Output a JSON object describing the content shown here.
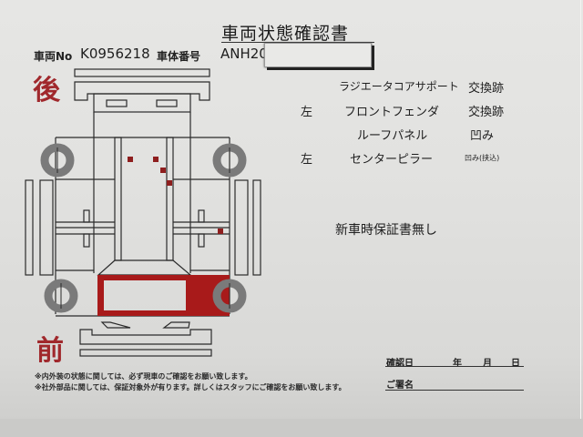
{
  "document": {
    "title": "車両状態確認書",
    "vehicle_no_label": "車両No",
    "vehicle_no_value": "K0956218",
    "chassis_no_label": "車体番号",
    "chassis_no_value": "ANH20"
  },
  "diagram": {
    "rear_label": "後",
    "front_label": "前",
    "colors": {
      "line": "#2b2b2b",
      "damage_fill": "#a81a1a",
      "tire": "#7a7a7a",
      "label_red": "#a0282c"
    }
  },
  "damage_items": [
    {
      "side": "",
      "part": "ラジエータコアサポート",
      "status": "交換跡"
    },
    {
      "side": "左",
      "part": "フロントフェンダ",
      "status": "交換跡"
    },
    {
      "side": "",
      "part": "ルーフパネル",
      "status": "凹み"
    },
    {
      "side": "左",
      "part": "センターピラー",
      "status": "凹み(挟込)"
    }
  ],
  "warranty_note": "新車時保証書無し",
  "footnotes": [
    "※内外装の状態に関しては、必ず現車のご確認をお願い致します。",
    "※社外部品に関しては、保証対象外が有ります。詳しくはスタッフにご確認をお願い致します。"
  ],
  "signature": {
    "confirm_date_label": "確認日",
    "year_label": "年",
    "month_label": "月",
    "day_label": "日",
    "signature_label": "ご署名"
  }
}
